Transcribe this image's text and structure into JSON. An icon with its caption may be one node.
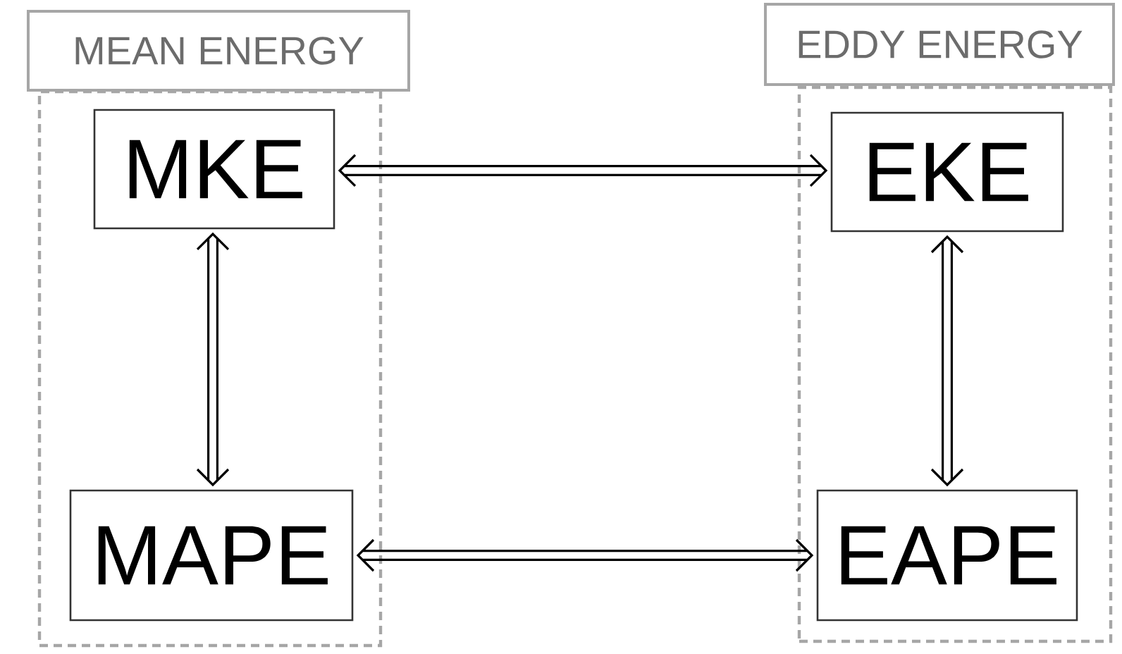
{
  "diagram": {
    "nodes": [
      {
        "text": [
          "MEAN ENERGY"
        ]
      },
      {
        "text": [
          "MKE"
        ],
        "in": 0
      },
      {
        "text": [
          "MAPE"
        ],
        "in": 0
      },
      {
        "text": [
          "EDDY ENERGY"
        ]
      },
      {
        "text": [
          "EKE"
        ],
        "in": 3
      },
      {
        "text": [
          "EAPE"
        ],
        "in": 3
      }
    ],
    "edges": [
      {
        "from": 1,
        "to": 4,
        "arrow": "both"
      },
      {
        "from": 1,
        "to": 2,
        "arrow": "both"
      },
      {
        "from": 4,
        "to": 5,
        "arrow": "both"
      },
      {
        "from": 2,
        "to": 5,
        "arrow": "both"
      }
    ]
  }
}
